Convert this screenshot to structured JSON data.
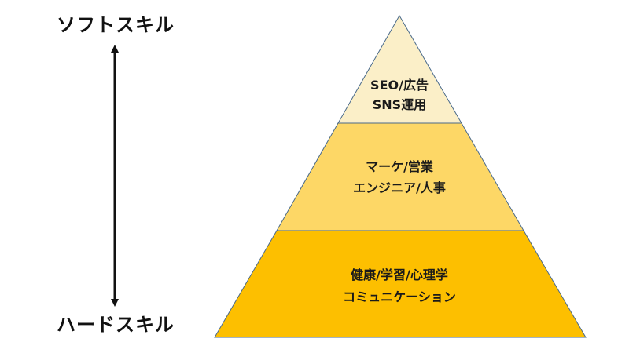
{
  "labels": {
    "top": "ソフトスキル",
    "bottom": "ハードスキル"
  },
  "pyramid": {
    "tiers": [
      {
        "line1": "SEO/広告",
        "line2": "SNS運用",
        "color": "#FBEFC8"
      },
      {
        "line1": "マーケ/営業",
        "line2": "エンジニア/人事",
        "color": "#FDD766"
      },
      {
        "line1": "健康/学習/心理学",
        "line2": "コミュニケーション",
        "color": "#FDBF00"
      }
    ],
    "edge_color": "#4A6A8A"
  }
}
